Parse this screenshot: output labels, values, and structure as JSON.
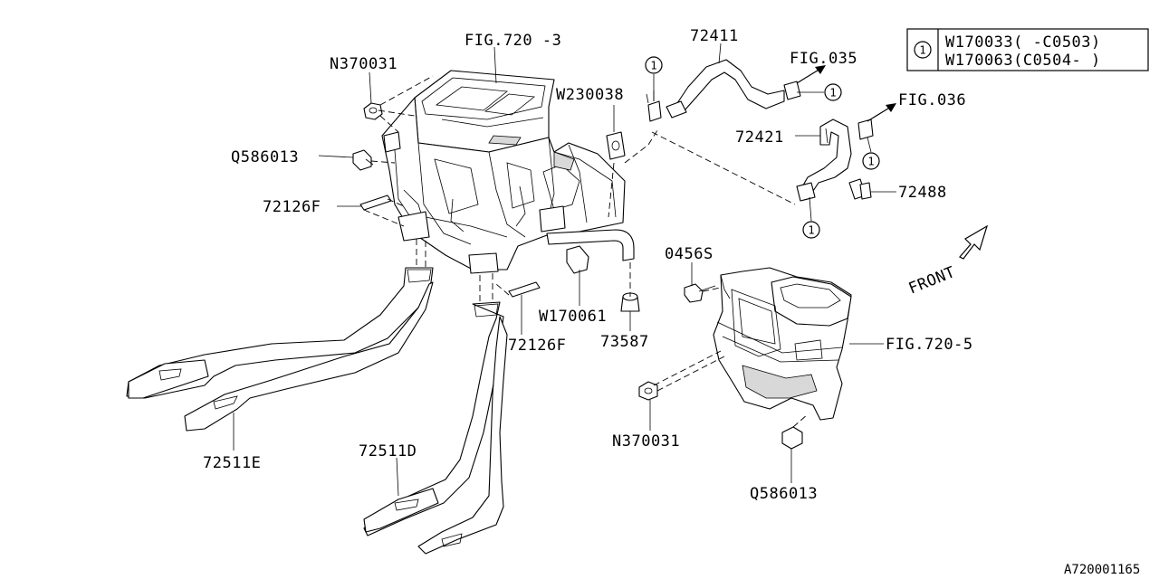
{
  "callout_symbol": "1",
  "legend": {
    "symbol": "1",
    "rows": [
      "W170033(  -C0503)",
      "W170063(C0504-  )"
    ]
  },
  "labels": {
    "fig_720_3": "FIG.720 -3",
    "n370031_top": "N370031",
    "q586013_left": "Q586013",
    "p72126f_left": "72126F",
    "p72126f_bottom": "72126F",
    "w230038": "W230038",
    "p72411": "72411",
    "fig_035": "FIG.035",
    "fig_036": "FIG.036",
    "p72421": "72421",
    "p72488": "72488",
    "p0456s": "0456S",
    "front": "FRONT",
    "w170061": "W170061",
    "p73587": "73587",
    "fig_720_5": "FIG.720-5",
    "n370031_bottom": "N370031",
    "q586013_bottom": "Q586013",
    "p72511e": "72511E",
    "p72511d": "72511D",
    "diagram_id": "A720001165"
  }
}
